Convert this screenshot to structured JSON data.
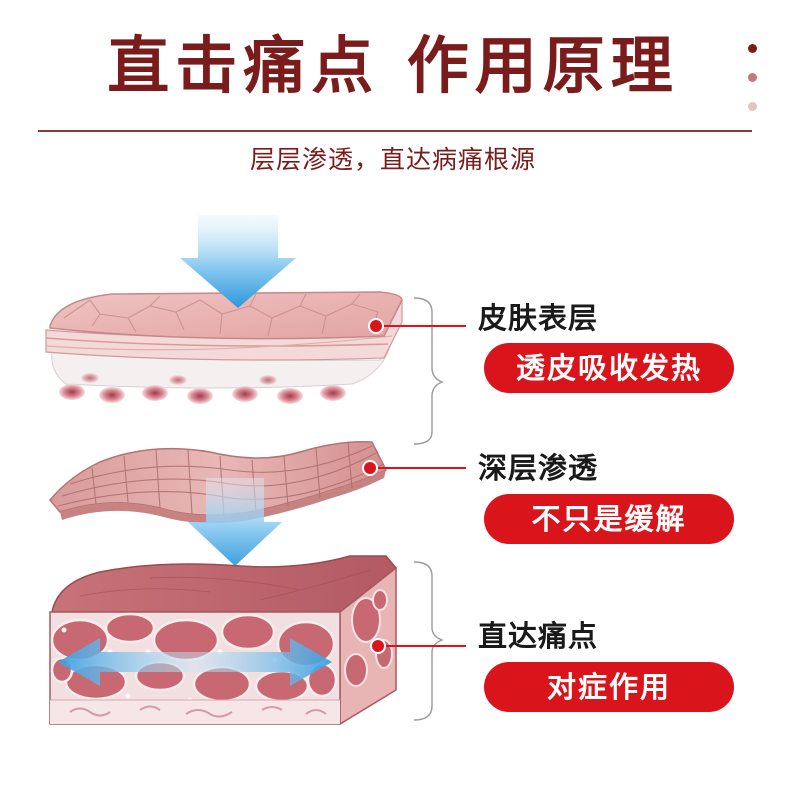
{
  "header": {
    "title": "直击痛点  作用原理",
    "subtitle": "层层渗透，直达病痛根源"
  },
  "layers": [
    {
      "label": "皮肤表层",
      "pill": "透皮吸收发热"
    },
    {
      "label": "深层渗透",
      "pill": "不只是缓解"
    },
    {
      "label": "直达痛点",
      "pill": "对症作用"
    }
  ],
  "colors": {
    "title": "#7a1c1c",
    "accent_red": "#d9141b",
    "arrow_blue": "#3aa0e0",
    "skin_pink": "#e9b3b3",
    "muscle_red": "#b35a64",
    "bracket_gray": "#9a9a9a",
    "dot_colors": [
      "#7a1c1c",
      "#c07a7a",
      "#e3c4c4"
    ]
  },
  "icons": {
    "down_arrow": "down-arrow-icon",
    "double_arrow": "double-arrow-icon"
  }
}
